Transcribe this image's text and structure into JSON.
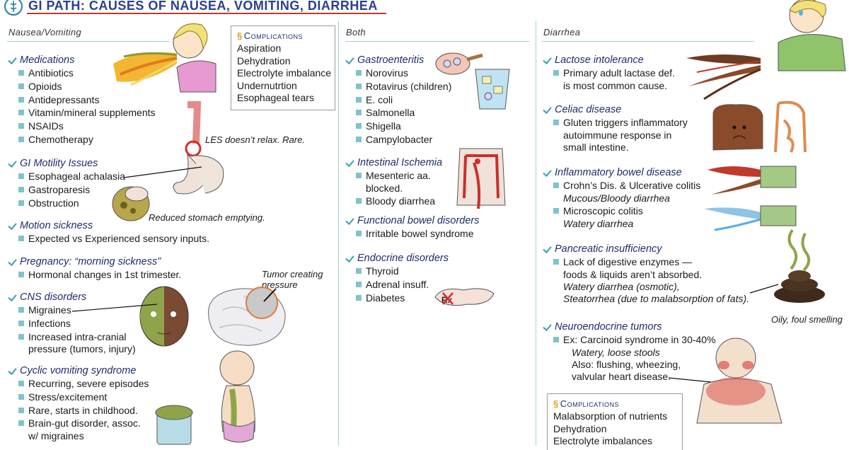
{
  "title": "GI PATH: CAUSES OF NAUSEA, VOMITING, DIARRHEA",
  "columns": {
    "nausea": "Nausea/Vomiting",
    "both": "Both",
    "diarrhea": "Diarrhea"
  },
  "nausea": {
    "medications": {
      "title": "Medications",
      "items": [
        "Antibiotics",
        "Opioids",
        "Antidepressants",
        "Vitamin/mineral supplements",
        "NSAIDs",
        "Chemotherapy"
      ]
    },
    "motility": {
      "title": "GI Motility Issues",
      "items": [
        "Esophageal achalasia",
        "Gastroparesis",
        "Obstruction"
      ]
    },
    "motion": {
      "title": "Motion sickness",
      "items": [
        "Expected vs Experienced sensory inputs."
      ]
    },
    "pregnancy": {
      "title": "Pregnancy: “morning sickness”",
      "items": [
        "Hormonal changes in 1st trimester."
      ]
    },
    "cns": {
      "title": "CNS disorders",
      "items": [
        "Migraines",
        "Infections",
        "Increased intra-cranial"
      ],
      "cont": "pressure (tumors, injury)"
    },
    "cyclic": {
      "title": "Cyclic vomiting syndrome",
      "items": [
        "Recurring, severe episodes",
        "Stress/excitement",
        "Rare, starts in childhood.",
        "Brain-gut disorder, assoc."
      ],
      "cont": "w/ migraines"
    },
    "complications": {
      "title": "Complications",
      "items": [
        "Aspiration",
        "Dehydration",
        "Electrolyte imbalance",
        "Undernutrtion",
        "Esophageal tears"
      ]
    },
    "notes": {
      "les": "LES doesn’t relax. Rare.",
      "stomach": "Reduced stomach emptying.",
      "tumor1": "Tumor creating",
      "tumor2": "pressure"
    }
  },
  "both": {
    "gastro": {
      "title": "Gastroenteritis",
      "items": [
        "Norovirus",
        "Rotavirus (children)",
        "E. coli",
        "Salmonella",
        "Shigella",
        "Campylobacter"
      ]
    },
    "ischemia": {
      "title": "Intestinal Ischemia",
      "items": [
        "Mesenteric aa."
      ],
      "cont": "blocked.",
      "items2": [
        "Bloody diarrhea"
      ]
    },
    "functional": {
      "title": "Functional bowel disorders",
      "items": [
        "Irritable bowel syndrome"
      ]
    },
    "endocrine": {
      "title": "Endocrine disorders",
      "items": [
        "Thyroid",
        "Adrenal insuff.",
        "Diabetes"
      ]
    },
    "rx": "Rx"
  },
  "diarrhea": {
    "lactose": {
      "title": "Lactose intolerance",
      "items": [
        "Primary adult lactase def."
      ],
      "cont": "is most common cause."
    },
    "celiac": {
      "title": "Celiac disease",
      "items": [
        "Gluten triggers inflammatory"
      ],
      "cont1": "autoimmune response in",
      "cont2": "small intestine."
    },
    "ibd": {
      "title": "Inflammatory bowel disease",
      "item1": "Crohn’s Dis. & Ulcerative colitis",
      "note1": "Mucous/Bloody diarrhea",
      "item2": "Microscopic colitis",
      "note2": "Watery diarrhea"
    },
    "pancreatic": {
      "title": "Pancreatic insufficiency",
      "items": [
        "Lack of digestive enzymes —"
      ],
      "cont": "foods & liquids aren’t absorbed.",
      "note1": "Watery diarrhea (osmotic),",
      "note2": "Steatorrhea (due to malabsorption of fats)."
    },
    "oily": "Oily, foul smelling",
    "neuro": {
      "title": "Neuroendocrine tumors",
      "items": [
        "Ex: Carcinoid syndrome in 30-40%"
      ],
      "note": "Watery, loose stools",
      "also1": "Also: flushing, wheezing,",
      "also2": "valvular heart disease."
    },
    "complications": {
      "title": "Complications",
      "items": [
        "Malabsorption of nutrients",
        "Dehydration",
        "Electrolyte imbalances"
      ]
    }
  },
  "colors": {
    "title": "#2a3f8f",
    "accent": "#c0392b",
    "check": "#3aa0b0",
    "bullet": "#7fc3cc",
    "divider": "#9fd3d6"
  }
}
